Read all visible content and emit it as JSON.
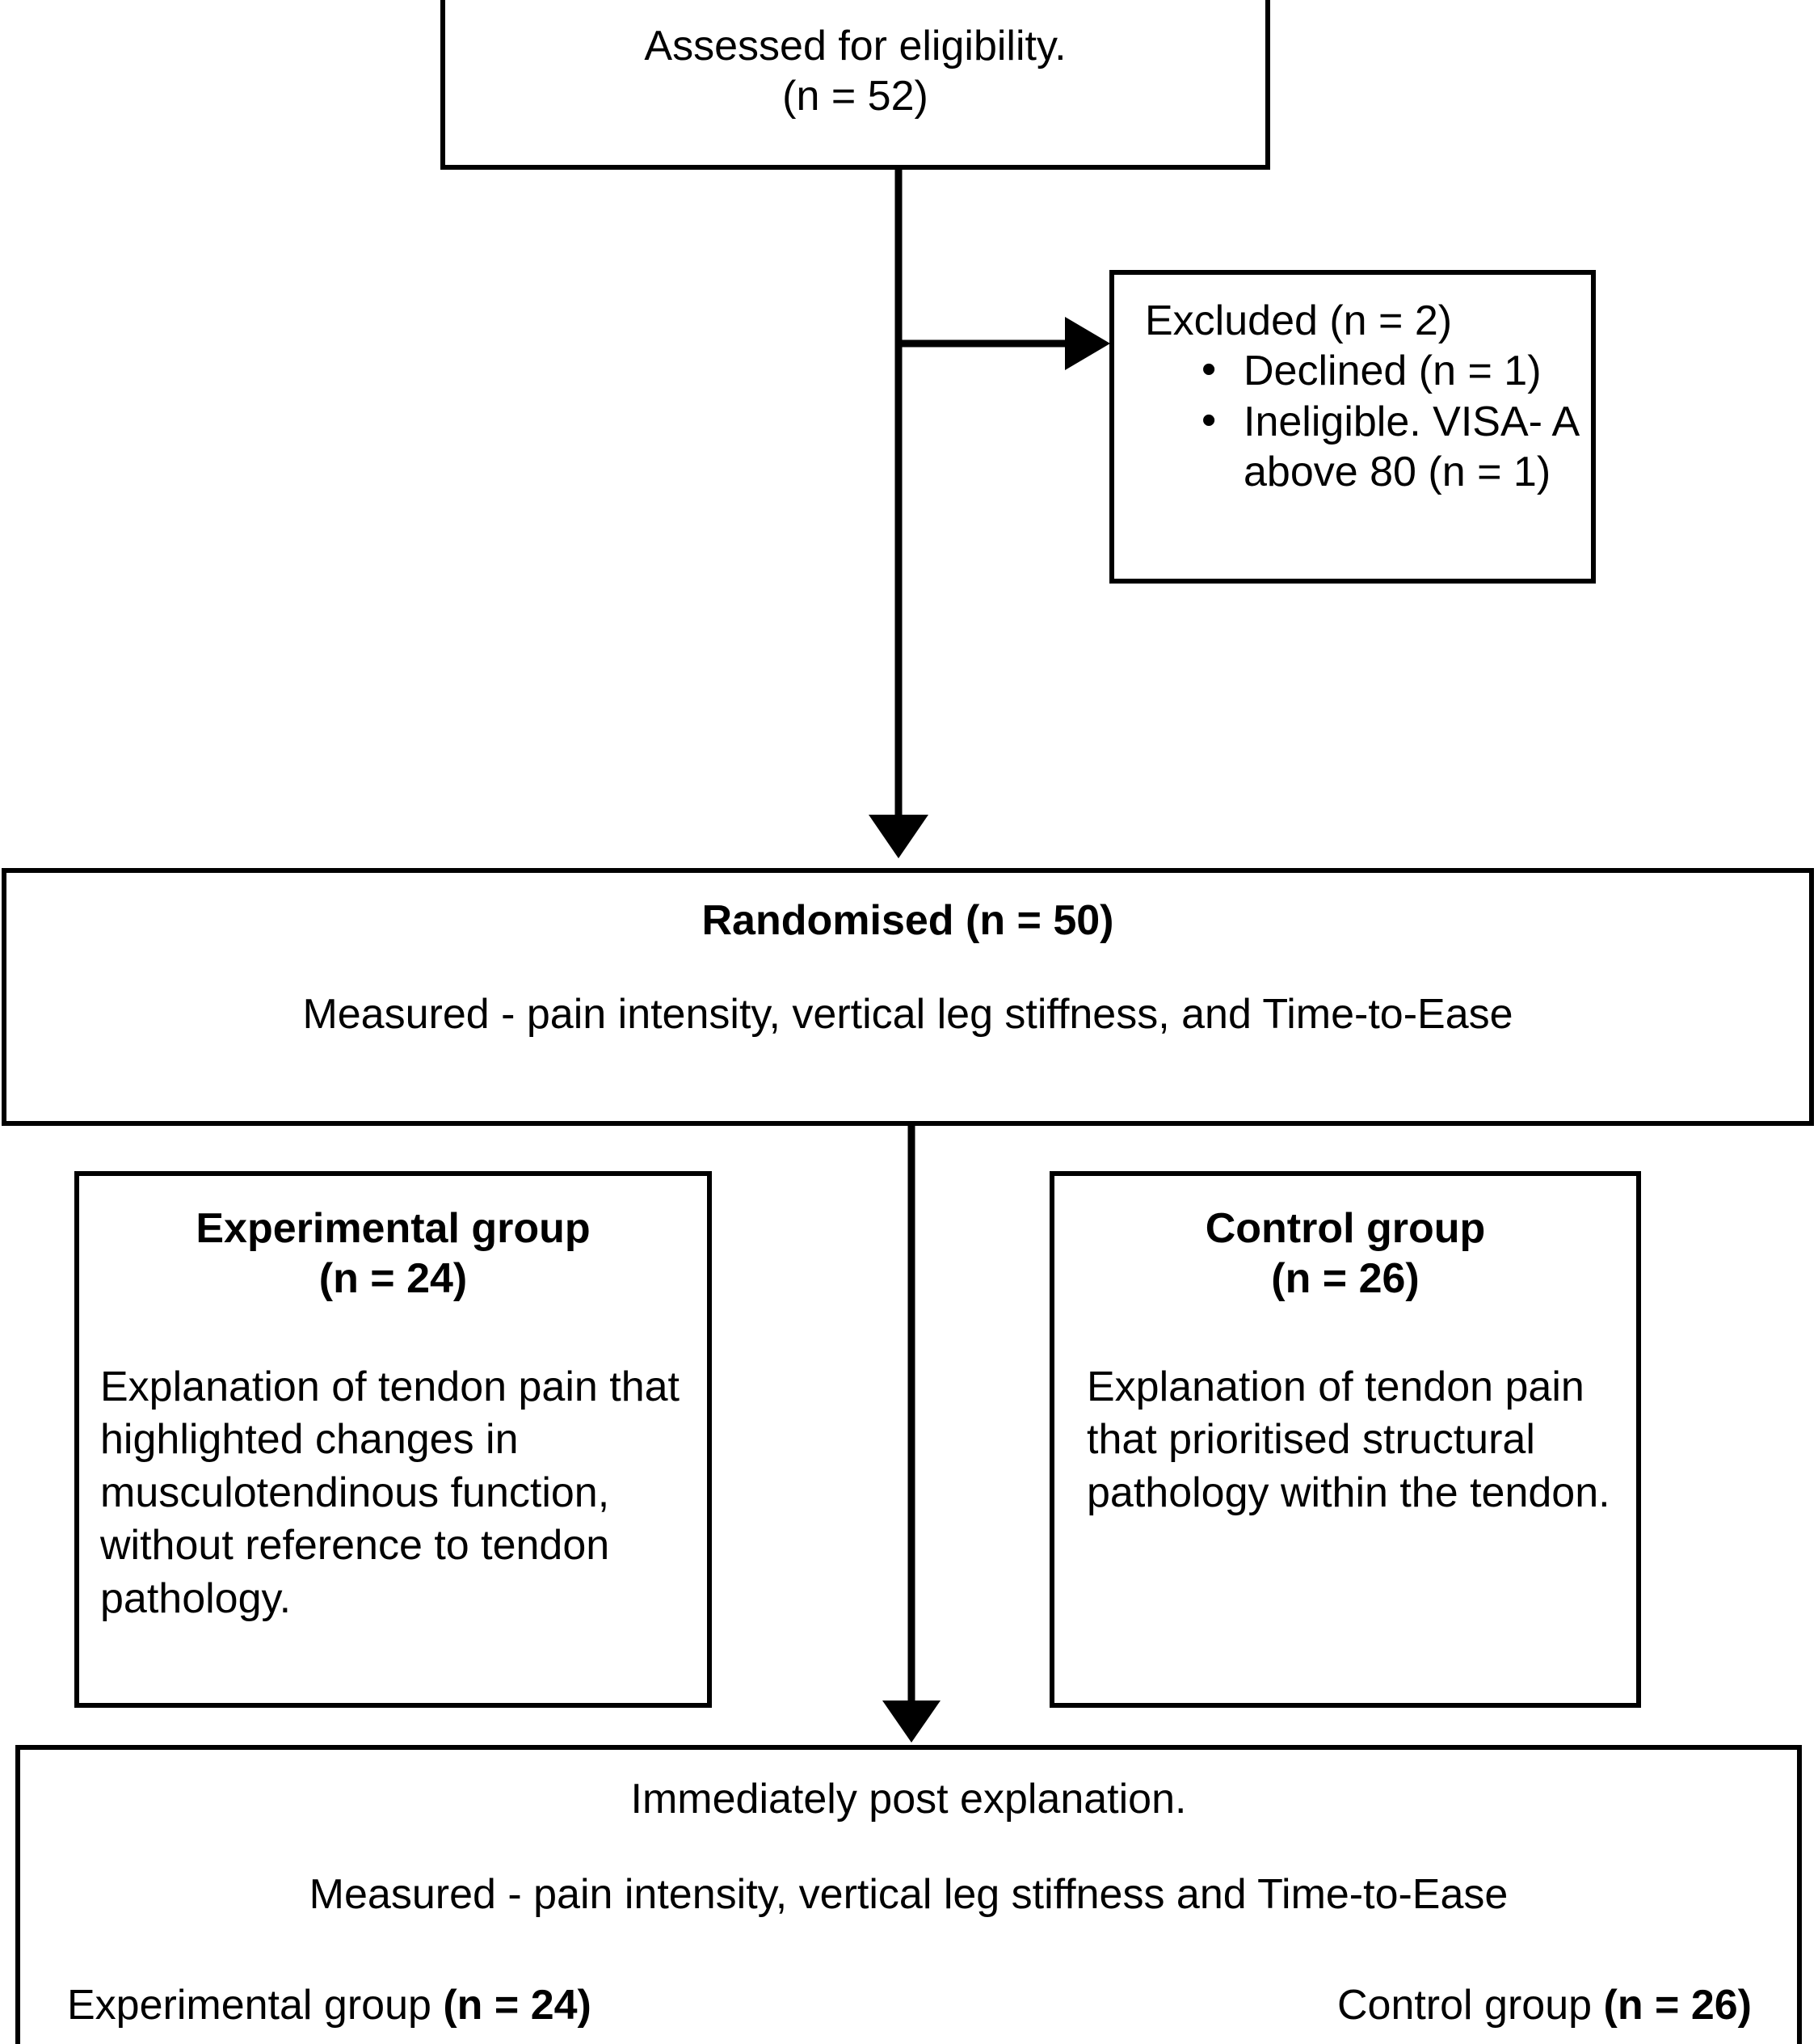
{
  "diagram": {
    "kind": "consort-flow-diagram",
    "colors": {
      "stroke": "#000000",
      "background": "#ffffff",
      "text": "#000000"
    }
  },
  "assessed": {
    "line1": "Assessed for eligibility.",
    "line2": "(n = 52)"
  },
  "excluded": {
    "heading": "Excluded (n = 2)",
    "bullet_glyph": "•",
    "items": [
      "Declined (n = 1)",
      "Ineligible. VISA- A above 80 (n = 1)"
    ]
  },
  "randomised": {
    "title": "Randomised (n = 50)",
    "measured": "Measured - pain intensity, vertical leg stiffness, and Time-to-Ease"
  },
  "experimental": {
    "title_line1": "Experimental group",
    "title_line2": "(n = 24)",
    "body": "Explanation of tendon pain that highlighted changes in musculotendinous function, without reference to tendon pathology."
  },
  "control": {
    "title_line1": "Control group",
    "title_line2": "(n = 26)",
    "body": "Explanation of tendon pain that prioritised structural pathology within the tendon."
  },
  "post": {
    "heading": "Immediately post explanation.",
    "measured": "Measured - pain intensity, vertical leg stiffness and Time-to-Ease",
    "left_label": "Experimental group ",
    "left_count": "(n = 24)",
    "right_label": "Control group ",
    "right_count": "(n = 26)"
  },
  "connectors": {
    "assessed_to_randomised": "vertical-arrow-down",
    "assessed_to_excluded": "horizontal-arrow-right",
    "randomised_to_post": "vertical-arrow-down"
  }
}
